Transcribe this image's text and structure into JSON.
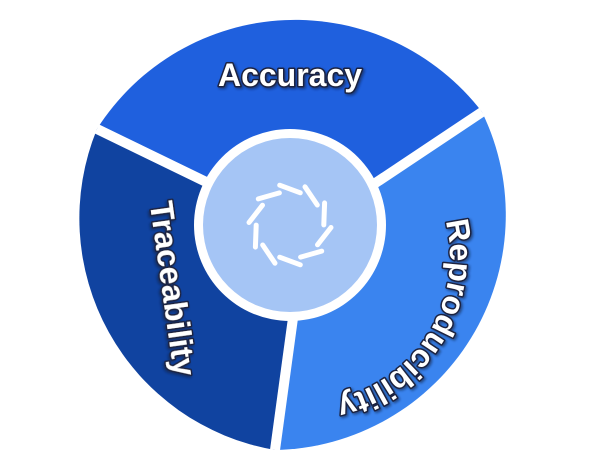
{
  "diagram": {
    "segments": [
      {
        "id": "top",
        "label": "Accuracy",
        "color": "#1f60de"
      },
      {
        "id": "right",
        "label": "Reproducibility",
        "color": "#3a84ef"
      },
      {
        "id": "left",
        "label": "Traceability",
        "color": "#1043a0"
      }
    ],
    "hub": {
      "fill_color": "#a5c5f5",
      "ring_color": "#ffffff",
      "icon": "spinning-dashes-logo-icon"
    },
    "separator_color": "#ffffff"
  }
}
